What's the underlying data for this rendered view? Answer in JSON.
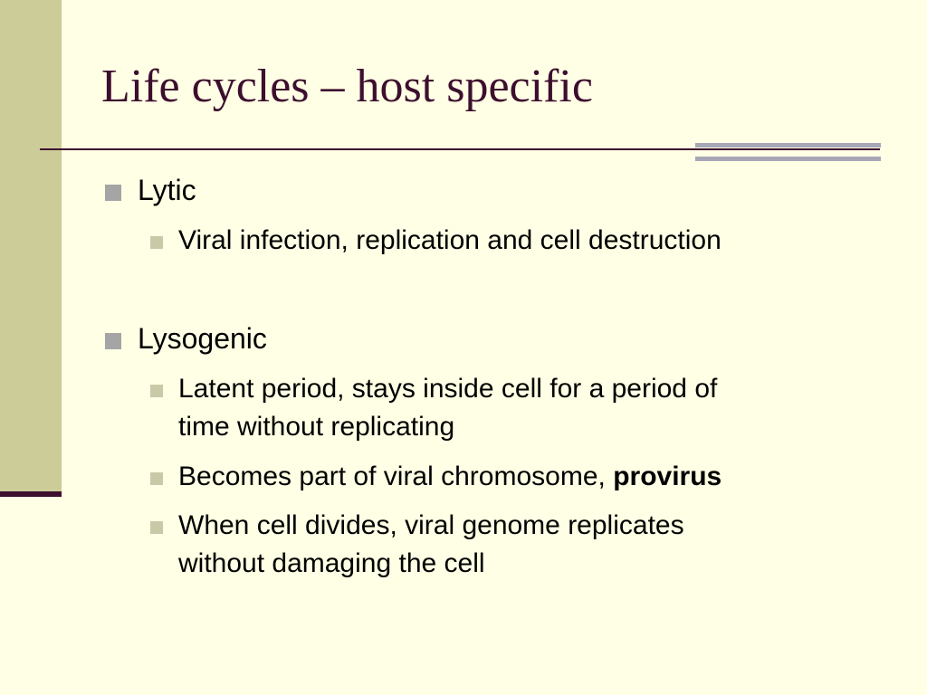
{
  "slide": {
    "title": "Life cycles – host specific",
    "bullets": [
      {
        "label": "Lytic",
        "children": [
          {
            "line1": "Viral infection, replication and cell destruction"
          }
        ]
      },
      {
        "label": "Lysogenic",
        "children": [
          {
            "line1": "Latent period, stays inside cell for a period of",
            "line2": "time without replicating"
          },
          {
            "text": "Becomes part of viral chromosome, ",
            "bold": "provirus"
          },
          {
            "line1": "When cell divides, viral genome replicates",
            "line2": "without damaging the cell"
          }
        ]
      }
    ]
  },
  "colors": {
    "background": "#FFFFE5",
    "title": "#3D0F2E",
    "left_band": "#CCCC99",
    "accent_bars": "#A7A7B8",
    "bullet_level1": "#A5A5A5",
    "bullet_level2": "#C9C9A8"
  }
}
